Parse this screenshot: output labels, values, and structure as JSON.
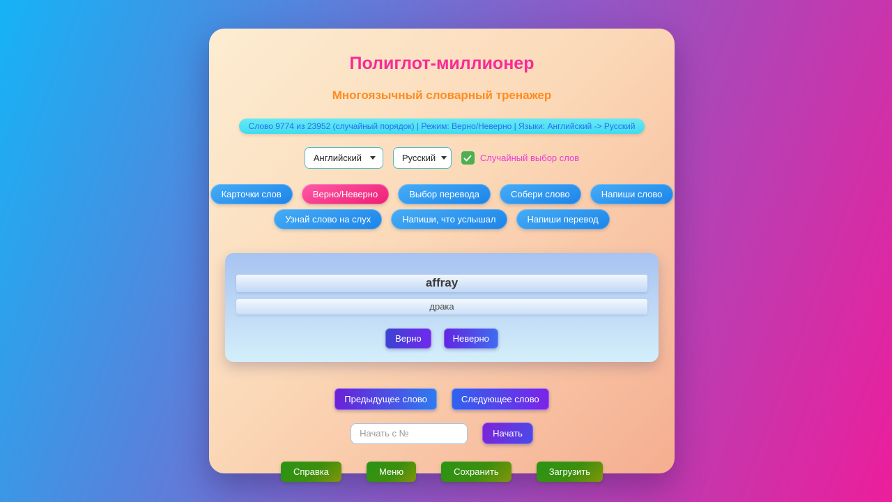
{
  "header": {
    "title": "Полиглот-миллионер",
    "subtitle": "Многоязычный словарный тренажер",
    "status": "Слово 9774 из 23952 (случайный порядок) | Режим: Верно/Неверно | Языки: Английский -> Русский"
  },
  "settings": {
    "source_language": "Английский",
    "target_language": "Русский",
    "random_label": "Случайный выбор слов",
    "random_checked": true
  },
  "modes": {
    "row1": [
      {
        "label": "Карточки слов",
        "active": false
      },
      {
        "label": "Верно/Неверно",
        "active": true
      },
      {
        "label": "Выбор перевода",
        "active": false
      },
      {
        "label": "Собери слово",
        "active": false
      },
      {
        "label": "Напиши слово",
        "active": false
      }
    ],
    "row2": [
      {
        "label": "Узнай слово на слух",
        "active": false
      },
      {
        "label": "Напиши, что услышал",
        "active": false
      },
      {
        "label": "Напиши перевод",
        "active": false
      }
    ]
  },
  "quiz": {
    "word": "affray",
    "translation": "драка",
    "correct_label": "Верно",
    "incorrect_label": "Неверно"
  },
  "navigation": {
    "previous_label": "Предыдущее слово",
    "next_label": "Следующее слово"
  },
  "start": {
    "input_placeholder": "Начать с №",
    "input_value": "",
    "button_label": "Начать"
  },
  "footer": {
    "buttons": [
      "Справка",
      "Меню",
      "Сохранить",
      "Загрузить"
    ]
  },
  "colors": {
    "page_gradient_start": "#16b3f5",
    "page_gradient_mid": "#8a5cc8",
    "page_gradient_end": "#ec1e9b",
    "card_gradient_start": "#fdedd2",
    "card_gradient_end": "#f5ae90",
    "title_pink": "#f92a96",
    "subtitle_orange": "#ff8c1e",
    "badge_bg": "#4fe1f2",
    "badge_text": "#2e6cf0",
    "mode_blue": "#1b84e9",
    "mode_active_pink": "#ee1d74",
    "checkbox_green": "#4caf50",
    "checkbox_label_magenta": "#ea3ad8",
    "word_card_blue": "#b5d2f4",
    "action_green": "#3c8f0e"
  }
}
